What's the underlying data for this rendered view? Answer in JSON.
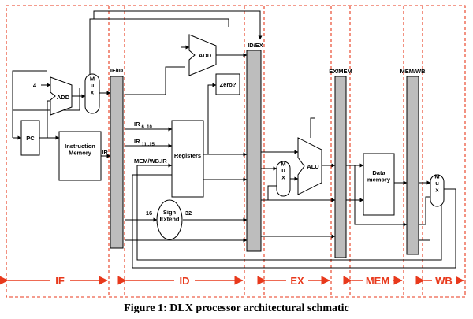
{
  "diagram": {
    "pipeline_registers": {
      "if_id": "IF/ID",
      "id_ex": "ID/EX",
      "ex_mem": "EX/MEM",
      "mem_wb": "MEM/WB"
    },
    "blocks": {
      "pc": "PC",
      "pc_add": "ADD",
      "pc_add_const": "4",
      "if_mux": "M\nu\nx",
      "instruction_memory": "Instruction\nMemory",
      "ir_label": "IR",
      "branch_add": "ADD",
      "zero_check": "Zero?",
      "registers": "Registers",
      "ir_field_1": "IR  6..10",
      "ir_field_2": "IR  11..15",
      "wb_ir": "MEM/WB.IR",
      "sign_extend": "Sign\nExtend",
      "se_in": "16",
      "se_out": "32",
      "alu_mux": "M\nu\nx",
      "alu": "ALU",
      "data_memory": "Data\nmemory",
      "wb_mux": "M\nu\nx"
    },
    "stages": [
      "IF",
      "ID",
      "EX",
      "MEM",
      "WB"
    ],
    "caption": "Figure 1: DLX processor architectural schmatic"
  }
}
